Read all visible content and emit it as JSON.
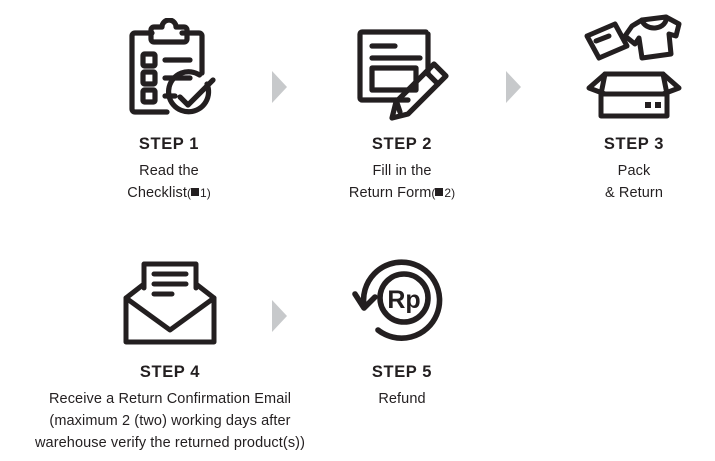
{
  "page": {
    "title": "Return Process Steps",
    "background": "#ffffff",
    "ink": "#231f20",
    "arrow_color": "#c7c9cb"
  },
  "steps": [
    {
      "id": "step-1",
      "title": "STEP 1",
      "icon": "clipboard-checklist-icon",
      "lines": [
        "Read the",
        "Checklist"
      ],
      "note": "1",
      "note_on_line": 1
    },
    {
      "id": "step-2",
      "title": "STEP 2",
      "icon": "form-with-pencil-icon",
      "lines": [
        "Fill in the",
        "Return Form"
      ],
      "note": "2",
      "note_on_line": 1
    },
    {
      "id": "step-3",
      "title": "STEP 3",
      "icon": "open-box-with-shirt-icon",
      "lines": [
        "Pack",
        "& Return"
      ],
      "note": "",
      "note_on_line": -1
    },
    {
      "id": "step-4",
      "title": "STEP 4",
      "icon": "open-envelope-letter-icon",
      "lines": [
        "Receive a Return Confirmation Email",
        "(maximum 2 (two) working days after",
        "warehouse verify the returned product(s))"
      ],
      "note": "",
      "note_on_line": -1
    },
    {
      "id": "step-5",
      "title": "STEP 5",
      "icon": "refund-rupiah-circular-arrow-icon",
      "lines": [
        "Refund"
      ],
      "note": "",
      "note_on_line": -1,
      "currency_symbol": "Rp"
    }
  ],
  "arrows": [
    {
      "id": "arrow-1",
      "name": "arrow-step1-to-step2"
    },
    {
      "id": "arrow-2",
      "name": "arrow-step2-to-step3"
    },
    {
      "id": "arrow-3",
      "name": "arrow-step4-to-step5"
    }
  ]
}
